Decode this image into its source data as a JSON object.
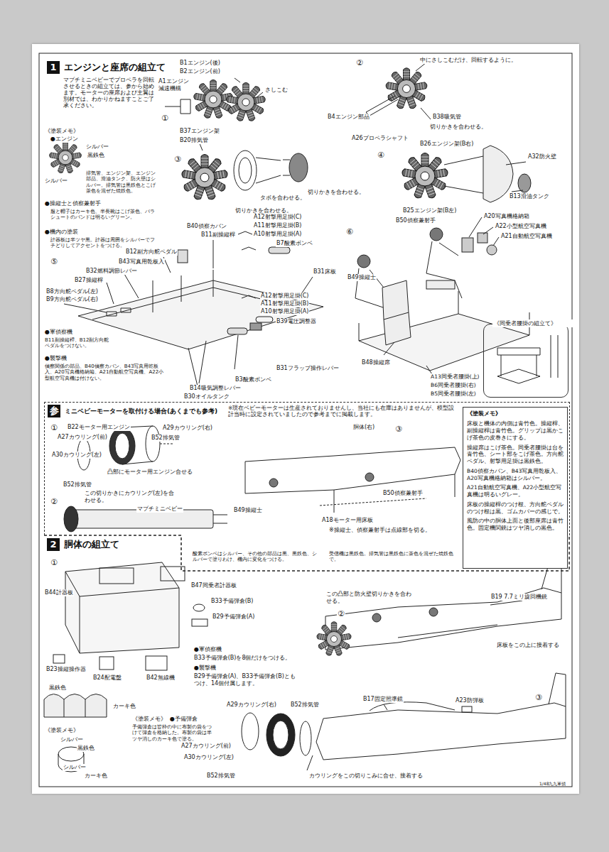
{
  "diagram": {
    "nodes": [
      {
        "text": [
          "1",
          "エンジンと座席の組立て"
        ]
      },
      {
        "text": [
          "《同乗者腰掛の組立て》"
        ]
      },
      {
        "text": [
          "参",
          "ミニベビーモーターを取付ける場合(あくまでも参考)"
        ]
      },
      {
        "text": [
          "《塗装メモ》",
          "床板と機体の内側は青竹色。操縦桿、副操縦桿は青竹色。グリップは黒かこげ茶色の皮巻きにする。",
          "操縦席はこげ茶色。同乗者腰掛は台を青竹色、シート部をこげ茶色。方向舵ペダル、射撃用足掛は黒鉄色。",
          "B40偵察カバン、B43写真用乾板入、A20写真機格納箱はシルバー。",
          "A21自動航空写真機、A22小型航空写真機は明るいグレー。",
          "床板の操縦桿のつけ根、方向舵ペダルのつけ根は黒、ゴムカバーの感じで。",
          "風防の中の胴体上面と後部座席は青竹色。固定機関銃はツヤ消しの黒色。"
        ],
        "in": 2
      },
      {
        "text": [
          "2",
          "胴体の組立て"
        ]
      }
    ],
    "labels": [
      "マブチミニベビーでプロペラを回転させるときの組立ては、参から始めます。モーターの座席および主翼は別材では、わかりかねますことご了承ください。",
      "《塗装メモ》",
      "●エンジン",
      "シルバー",
      "黒鉄色",
      "シルバー",
      "排気管、エンジン架、エンジン部品、滑油タンク、防火壁はシルバー。排気管は黒鉄色とこげ茶色を混ぜた焼鉄色。",
      "●操縦士と偵察兼射手",
      "服と帽子はカーキ色、半長靴はこげ茶色、パラシュートのバンドは明るいグリーン。",
      "●機内の塗装",
      "計器板は半ツヤ黒。計器は周囲をシルバーでフチどりしてアクセントをつける。",
      "B1エンジン(後)",
      "B2エンジン(前)",
      "A1エンジン減速機構",
      "さしこむ",
      "①",
      "②",
      "中にさしこむだけ、回転するように。",
      "B4エンジン部品",
      "B38吸気管",
      "切りかきを合わせる。",
      "A26プロペラシャフト",
      "B26エンジン架(B右)",
      "A32防火壁",
      "④",
      "B13滑油タンク",
      "B25エンジン架(B左)",
      "③",
      "B37エンジン架",
      "B20排気管",
      "タボを合わせる。",
      "切りかきを合わせる。",
      "切りかきを合わせる。",
      "⑤",
      "B40偵察カバン",
      "B11副操縦桿",
      "A12射撃用足掛(C)",
      "A11射撃用足掛(B)",
      "A10射撃用足掛(A)",
      "B7酸素ボンベ",
      "B12副方向舵ペダル",
      "B43写真用乾板入",
      "B32燃料調節レバー",
      "B27操縦桿",
      "B8方向舵ペダル(左)",
      "B9方向舵ペダル(右)",
      "B31床板",
      "A12射撃用足掛(C)",
      "A11射撃用足掛(B)",
      "A10射撃用足掛(A)",
      "B39電圧調整器",
      "●軍偵察機",
      "B11副操縦桿、B12副方向舵ペダルをつけない。",
      "●襲撃機",
      "偵察関係の部品、B40偵察カバン、B43写真用乾板入、A20写真機格納箱、A21自動航空写真機、A22小型航空写真機は付けない。",
      "B31フラップ操作レバー",
      "B3酸素ボンベ",
      "B14吸気調整レバー",
      "B30オイルタンク",
      "⑥",
      "B50偵察兼射手",
      "A20写真機格納箱",
      "A22小型航空写真機",
      "A21自動航空写真機",
      "B49操縦士",
      "B48操縦席",
      "A13同乗者腰掛(上)",
      "B6同乗者腰掛(右)",
      "B5同乗者腰掛(左)",
      "※現在ベビーモーターは生産されておりませんし、当社にも在庫はありませんが、模型設計当時に設定されていましたので参考までに掲載します。",
      "①",
      "B22モーター用エンジン",
      "A29カウリング(右)",
      "A27カウリング(前)",
      "B52排気管",
      "A30カウリング(左)",
      "凸部にモーター用エンジン合せる",
      "B52排気管",
      "この切りかきにカウリング(左)を合わせる。",
      "②",
      "マブチミニベビー",
      "③",
      "胴体(右)",
      "B50偵察兼射手",
      "B49操縦士",
      "A18モーター用床板",
      "※操縦士、偵察兼射手は点線部を切る。",
      "酸素ボンベはシルバー、その他の部品は黒、黒鉄色、シルバーで塗りわけ、機内に変化をつける。",
      "受信機は黒鉄色。排気管は黒鉄色に茶色を混ぜた焼鉄色で。",
      "①",
      "B44計器板",
      "B47同乗者計器板",
      "B33予備弾倉(B)",
      "B29予備弾倉(A)",
      "●軍偵察機",
      "B33予備弾倉(B)を8個だけをつける。",
      "●襲撃機",
      "B29予備弾倉(A)、B33予備弾倉(B)ともつけ、14個付属します。",
      "B23操縦操作器",
      "B24配電盤",
      "B42無線機",
      "黒鉄色",
      "カーキ色",
      "《塗装メモ》",
      "シルバー",
      "黒鉄色",
      "シルバー",
      "カーキ色",
      "《塗装メモ》",
      "●予備弾倉",
      "予備弾倉は皆枠の中に布製の袋をつけて弾倉を格納した。布製の袋は半ツヤ消しのカーキ色で塗る。",
      "この凸部と防火壁切りかきを合わせる。",
      "②",
      "B19 7.7ミリ旋回機銃",
      "床板をこの上に接着する",
      "③",
      "B17固定照準鏡",
      "A23防弾板",
      "A29カウリング(右)",
      "B52排気管",
      "A27カウリング(前)",
      "A30カウリング(左)",
      "B52排気管",
      "カウリングをこの切りこみに合せ、接着する",
      "1/48九九軍偵"
    ]
  }
}
